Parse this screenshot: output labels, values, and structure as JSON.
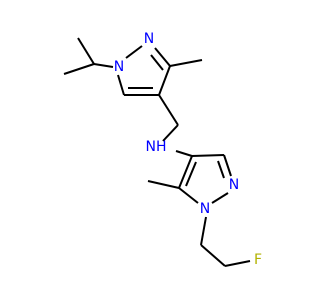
{
  "colors": {
    "bond": "#000000",
    "nitrogen": "#0000ff",
    "fluorine": "#b2b200",
    "background": "#ffffff"
  },
  "atoms": {
    "n_upper_ring_1": "N",
    "n_upper_ring_2": "N",
    "n_amine": "NH",
    "n_lower_ring_1": "N",
    "n_lower_ring_2": "N",
    "fluorine": "F"
  }
}
